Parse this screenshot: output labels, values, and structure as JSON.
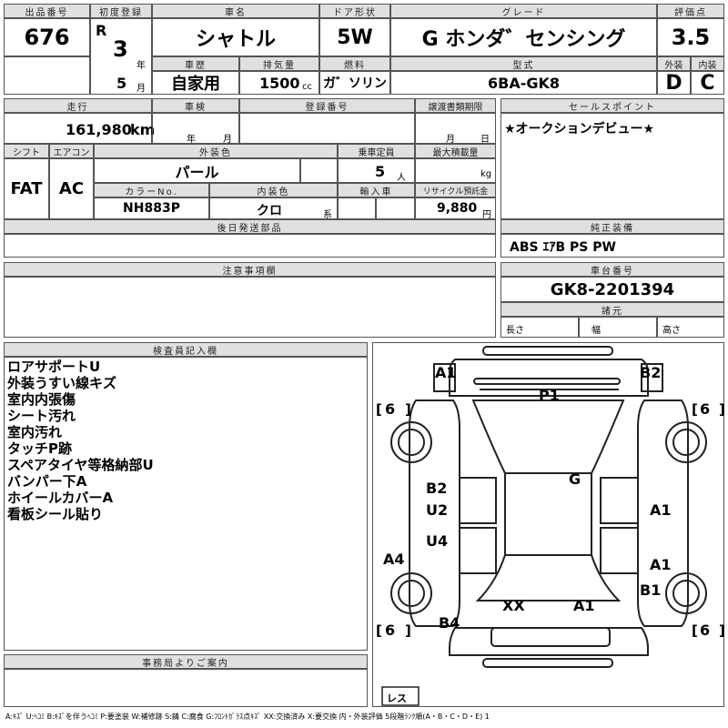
{
  "header": {
    "lot_label": "出品番号",
    "lot_no": "676",
    "first_reg_label": "初度登録",
    "era": "R",
    "year_no": "3",
    "year_unit": "年",
    "month_no": "5",
    "month_unit": "月",
    "car_name_label": "車名",
    "car_name": "シャトル",
    "door_label": "ドア形状",
    "door": "5W",
    "grade_label": "グレード",
    "grade": "G ホンダ゛センシング",
    "score_label": "評価点",
    "score": "3.5",
    "history_label": "車歴",
    "history": "自家用",
    "displacement_label": "排気量",
    "displacement": "1500",
    "displacement_unit": "cc",
    "fuel_label": "燃料",
    "fuel": "ガ゛ソリン",
    "model_label": "型式",
    "model": "6BA-GK8",
    "ext_label": "外装",
    "ext_grade": "D",
    "int_label": "内装",
    "int_grade": "C"
  },
  "row2": {
    "mileage_label": "走行",
    "mileage": "161,980",
    "mileage_unit": "km",
    "inspection_label": "車検",
    "insp_year": "年",
    "insp_month": "月",
    "reg_no_label": "登録番号",
    "transfer_label": "譲渡書類期限",
    "transfer_month": "月",
    "transfer_day": "日",
    "shift_label": "シフト",
    "shift": "FAT",
    "ac_label": "エアコン",
    "ac": "AC",
    "ext_color_label": "外装色",
    "ext_color": "パール",
    "capacity_label": "乗車定員",
    "capacity": "5",
    "capacity_unit": "人",
    "max_load_label": "最大積載量",
    "max_load_unit": "kg",
    "color_no_label": "カラーNo.",
    "color_no": "NH883P",
    "int_color_label": "内装色",
    "int_color": "クロ",
    "int_color_suffix": "系",
    "import_label": "輸入車",
    "recycle_label": "リサイクル預託金",
    "recycle": "9,880",
    "recycle_unit": "円"
  },
  "sales_point": {
    "label": "セールスポイント",
    "text": "★オークションデビュー★"
  },
  "later_parts_label": "後日発送部品",
  "equipment": {
    "label": "純正装備",
    "text": "ABS ｴｱB PS PW"
  },
  "notes_label": "注意事項欄",
  "chassis": {
    "label": "車台番号",
    "text": "GK8-2201394"
  },
  "specs": {
    "label": "諸元",
    "length": "長さ",
    "width": "幅",
    "height": "高さ"
  },
  "inspector": {
    "label": "検査員記入欄",
    "lines": [
      "ロアサポートU",
      "外装うすい線キズ",
      "室内内張傷",
      "シート汚れ",
      "室内汚れ",
      "タッチP跡",
      "スペアタイヤ等格納部U",
      "バンパー下A",
      "ホイールカバーA",
      "看板シール貼り"
    ]
  },
  "office_label": "事務局よりご案内",
  "diagram": {
    "marks": {
      "a1_front_left": "A1",
      "b2_front_right": "B2",
      "p1": "P1",
      "g": "G",
      "b2_left": "B2",
      "u2_left": "U2",
      "u4_left": "U4",
      "a4_left": "A4",
      "a1_right_upper": "A1",
      "a1_right_lower": "A1",
      "b1_right": "B1",
      "xx": "XX",
      "a1_rear": "A1",
      "b4_rear": "B4"
    },
    "tread": "6",
    "spare_label": "レス"
  },
  "legend": "A:ｷｽﾞ U:ﾍｺﾐ B:ｷｽﾞを伴うﾍｺﾐ P:要塗装 W:補修跡 S:錆 C:腐食 G:ﾌﾛﾝﾄｶﾞﾗｽ点ｷｽﾞ XX:交換済み X:要交換 内・外装評価 5段階ﾗﾝｸ順(A・B・C・D・E) 1"
}
